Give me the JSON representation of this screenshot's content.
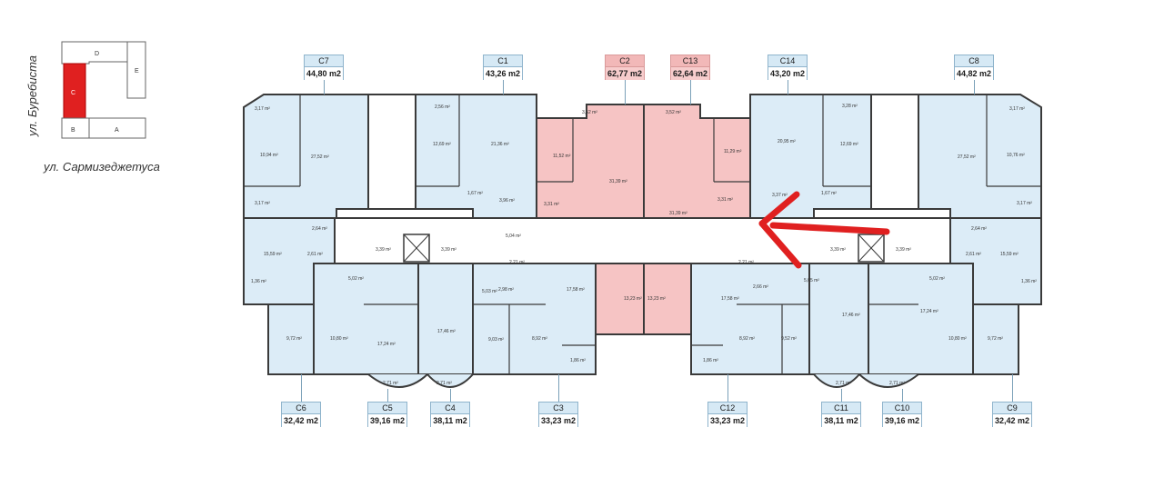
{
  "streets": {
    "vertical": "ул. Буребиста",
    "horizontal": "ул. Сармизеджетуса"
  },
  "key_plan": {
    "blocks": [
      "D",
      "E",
      "C",
      "B",
      "A"
    ],
    "highlighted": "C"
  },
  "colors": {
    "apartment_fill": "#dcecf7",
    "highlight_fill": "#f6c4c4",
    "wall": "#3a3a3a",
    "arrow": "#e02020",
    "label_blue": "#d6e9f5",
    "label_red": "#f2b8b8"
  },
  "apartments_top": [
    {
      "code": "C7",
      "area": "44,80 m2",
      "style": "blue"
    },
    {
      "code": "C1",
      "area": "43,26 m2",
      "style": "blue"
    },
    {
      "code": "C2",
      "area": "62,77 m2",
      "style": "red"
    },
    {
      "code": "C13",
      "area": "62,64 m2",
      "style": "red"
    },
    {
      "code": "C14",
      "area": "43,20 m2",
      "style": "blue"
    },
    {
      "code": "C8",
      "area": "44,82 m2",
      "style": "blue"
    }
  ],
  "apartments_bottom": [
    {
      "code": "C6",
      "area": "32,42 m2",
      "style": "blue"
    },
    {
      "code": "C5",
      "area": "39,16 m2",
      "style": "blue"
    },
    {
      "code": "C4",
      "area": "38,11 m2",
      "style": "blue"
    },
    {
      "code": "C3",
      "area": "33,23 m2",
      "style": "blue"
    },
    {
      "code": "C12",
      "area": "33,23 m2",
      "style": "blue"
    },
    {
      "code": "C11",
      "area": "38,11 m2",
      "style": "blue"
    },
    {
      "code": "C10",
      "area": "39,16 m2",
      "style": "blue"
    },
    {
      "code": "C9",
      "area": "32,42 m2",
      "style": "blue"
    }
  ],
  "room_areas": {
    "r1": "3,17 m²",
    "r2": "10,94 m²",
    "r3": "27,52 m²",
    "r4": "3,17 m²",
    "r5": "2,64 m²",
    "r6": "15,59 m²",
    "r7": "2,61 m²",
    "r8": "1,36 m²",
    "r9": "5,02 m²",
    "r10": "2,56 m²",
    "r11": "12,69 m²",
    "r12": "21,36 m²",
    "r13": "1,67 m²",
    "r14": "3,96 m²",
    "r15": "3,39 m²",
    "r16": "3,39 m²",
    "r17": "5,04 m²",
    "r18": "5,03 m²",
    "r19": "3,52 m²",
    "r20": "11,52 m²",
    "r21": "31,39 m²",
    "r22": "3,31 m²",
    "r23": "3,52 m²",
    "r24": "11,29 m²",
    "r25": "31,39 m²",
    "r26": "3,31 m²",
    "r27": "3,28 m²",
    "r28": "20,95 m²",
    "r29": "12,69 m²",
    "r30": "1,67 m²",
    "r31": "3,37 m²",
    "r32": "3,39 m²",
    "r33": "3,39 m²",
    "r34": "5,05 m²",
    "r35": "3,17 m²",
    "r36": "27,52 m²",
    "r37": "10,76 m²",
    "r38": "3,17 m²",
    "r39": "2,64 m²",
    "r40": "2,61 m²",
    "r41": "15,59 m²",
    "r42": "5,02 m²",
    "r43": "1,36 m²",
    "r44": "9,72 m²",
    "r45": "10,80 m²",
    "r46": "17,24 m²",
    "r47": "17,46 m²",
    "r48": "2,71 m²",
    "r49": "2,71 m²",
    "r50": "2,98 m²",
    "r51": "17,58 m²",
    "r52": "9,03 m²",
    "r53": "8,92 m²",
    "r54": "1,86 m²",
    "r55": "2,21 m²",
    "r56": "13,23 m²",
    "r57": "13,23 m²",
    "r58": "2,21 m²",
    "r59": "17,58 m²",
    "r60": "2,66 m²",
    "r61": "8,92 m²",
    "r62": "9,52 m²",
    "r63": "1,86 m²",
    "r64": "17,46 m²",
    "r65": "17,24 m²",
    "r66": "10,80 m²",
    "r67": "9,72 m²",
    "r68": "2,71 m²",
    "r69": "2,71 m²"
  }
}
